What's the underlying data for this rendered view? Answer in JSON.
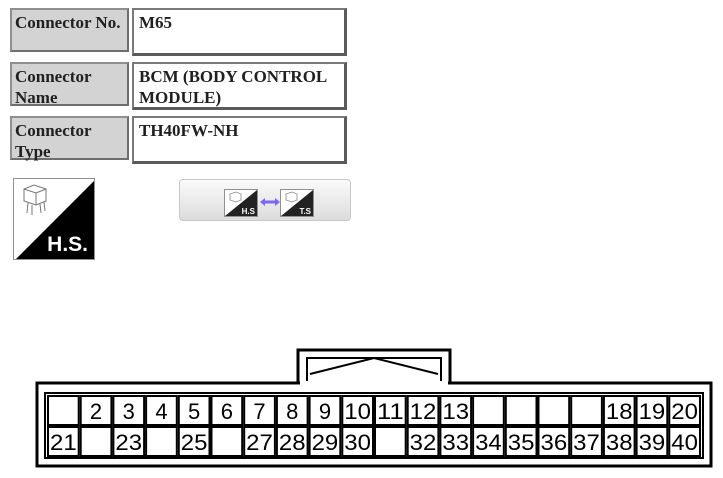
{
  "connector_no": {
    "label": "Connector No.",
    "value": "M65"
  },
  "connector_name": {
    "label": "Connector Name",
    "value": "BCM (BODY CONTROL MODULE)"
  },
  "connector_type": {
    "label": "Connector Type",
    "value": "TH40FW-NH"
  },
  "hs_icon_text": "H.S.",
  "toggle": {
    "left_label": "H.S",
    "right_label": "T.S"
  },
  "pins": {
    "top": [
      "",
      "2",
      "3",
      "4",
      "5",
      "6",
      "7",
      "8",
      "9",
      "10",
      "11",
      "12",
      "13",
      "",
      "",
      "",
      "",
      "18",
      "19",
      "20"
    ],
    "bottom": [
      "21",
      "",
      "23",
      "",
      "25",
      "",
      "27",
      "28",
      "29",
      "30",
      "",
      "32",
      "33",
      "34",
      "35",
      "36",
      "37",
      "38",
      "39",
      "40"
    ]
  }
}
